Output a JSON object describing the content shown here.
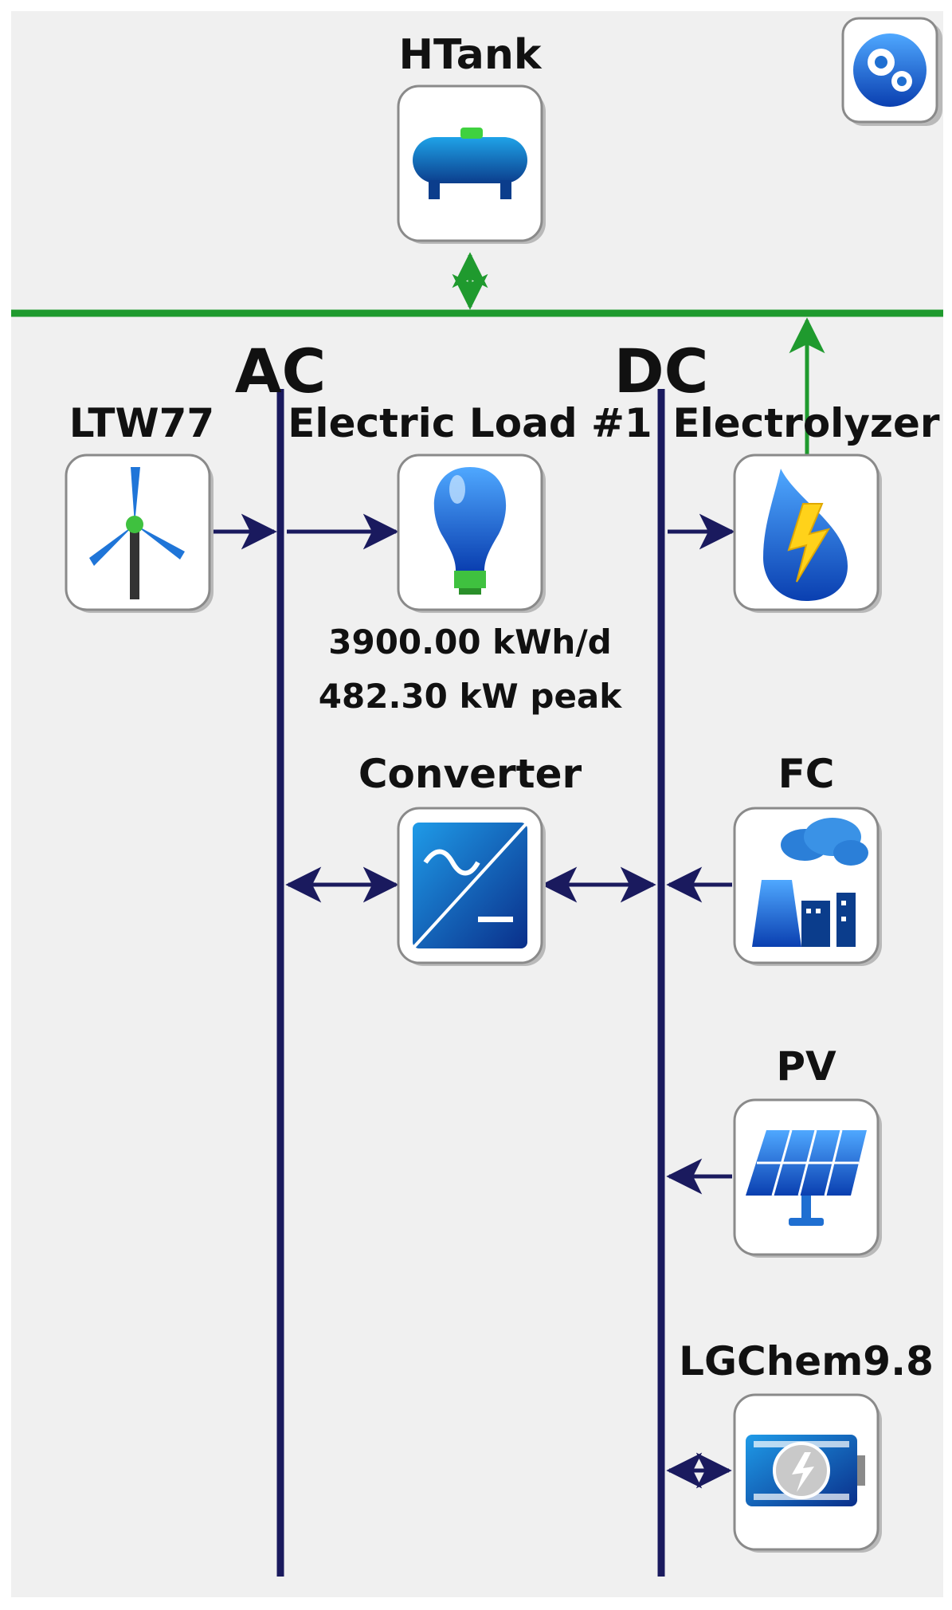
{
  "schematic": {
    "settings_icon": "gears-icon",
    "buses": {
      "ac": {
        "label": "AC",
        "color": "#1a1a5e"
      },
      "dc": {
        "label": "DC",
        "color": "#1a1a5e"
      },
      "thermal_color": "#1f9a2e"
    },
    "components": {
      "htank": {
        "name": "HTank",
        "icon": "hydrogen-tank-icon"
      },
      "ltw77": {
        "name": "LTW77",
        "icon": "wind-turbine-icon"
      },
      "load": {
        "name": "Electric Load #1",
        "icon": "light-bulb-icon",
        "energy": "3900.00 kWh/d",
        "peak": "482.30 kW peak"
      },
      "electrolyzer": {
        "name": "Electrolyzer",
        "icon": "electrolyzer-drop-icon"
      },
      "converter": {
        "name": "Converter",
        "icon": "converter-icon"
      },
      "fc": {
        "name": "FC",
        "icon": "fuel-cell-plant-icon"
      },
      "pv": {
        "name": "PV",
        "icon": "solar-panel-icon"
      },
      "battery": {
        "name": "LGChem9.8",
        "icon": "battery-icon"
      }
    }
  }
}
